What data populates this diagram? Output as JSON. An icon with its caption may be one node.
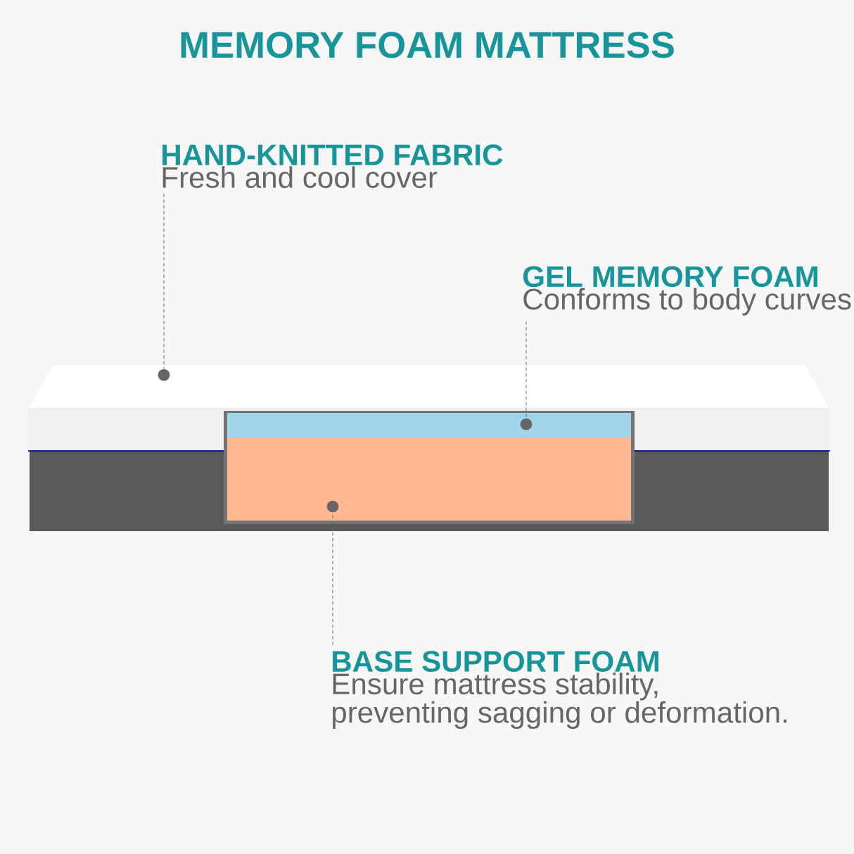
{
  "diagram": {
    "title": "MEMORY FOAM MATTRESS",
    "nodes": [
      {
        "text": [
          "HAND-KNITTED FABRIC",
          "Fresh and cool cover"
        ]
      },
      {
        "text": [
          "GEL MEMORY FOAM",
          "Conforms to body curves"
        ]
      },
      {
        "text": [
          "BASE SUPPORT FOAM",
          "Ensure mattress stability, preventing sagging or deformation."
        ]
      },
      {
        "text": [],
        "shape": "circle"
      },
      {
        "text": [],
        "shape": "circle"
      },
      {
        "text": [],
        "shape": "circle"
      }
    ],
    "edges": [
      {
        "from": 0,
        "to": 3,
        "arrow": "none",
        "style": "dashed"
      },
      {
        "from": 1,
        "to": 4,
        "arrow": "none",
        "style": "dashed"
      },
      {
        "from": 2,
        "to": 5,
        "arrow": "none",
        "style": "dashed"
      }
    ]
  }
}
